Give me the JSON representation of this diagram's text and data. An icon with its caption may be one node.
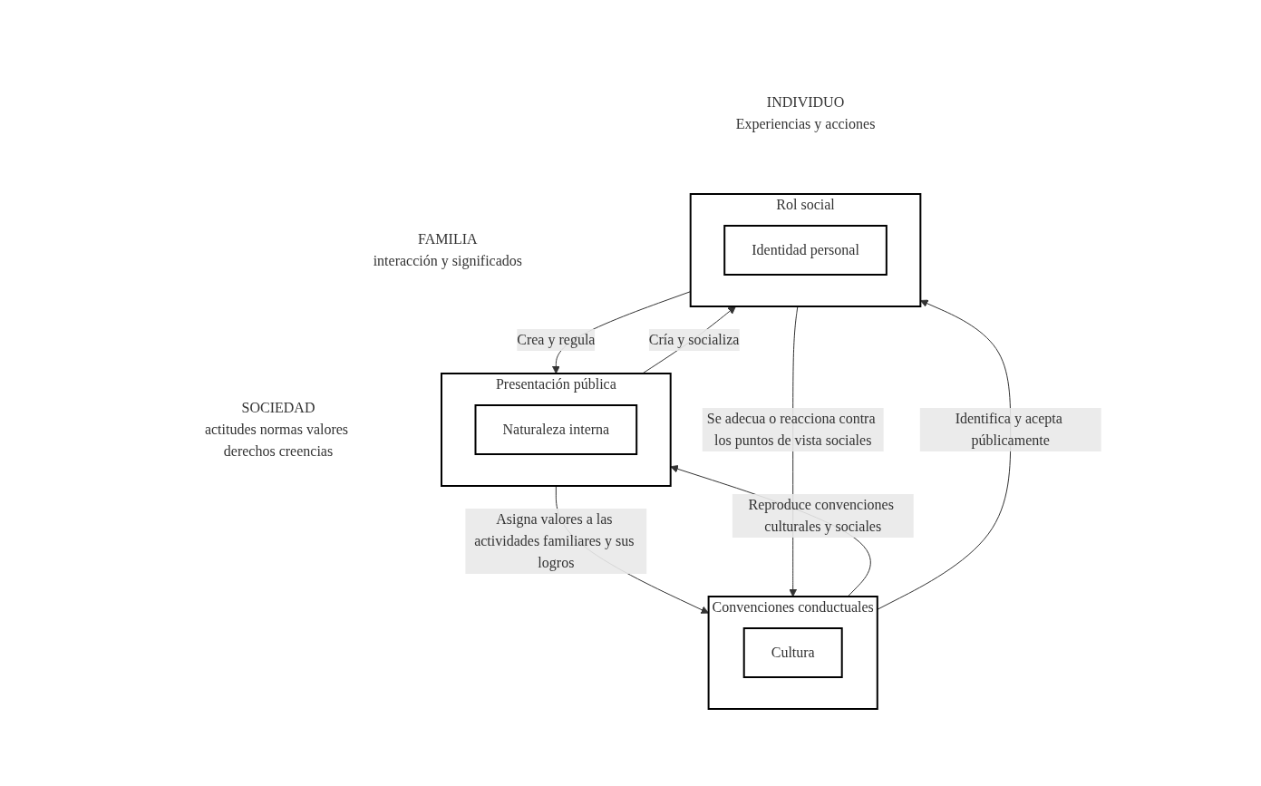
{
  "diagram": {
    "nodes": [
      {
        "text": [
          "Presentación pública"
        ],
        "beside": [
          "FAMILIA",
          "interacción y significados"
        ]
      },
      {
        "text": [
          "Naturaleza interna"
        ],
        "in": 0
      },
      {
        "text": [
          "Convenciones conductuales"
        ],
        "beside": [
          "SOCIEDAD",
          "actitudes normas valores derechos creencias"
        ]
      },
      {
        "text": [
          "Cultura"
        ],
        "in": 2
      },
      {
        "text": [
          "Rol social"
        ],
        "beside": [
          "INDIVIDUO",
          "Experiencias y acciones"
        ]
      },
      {
        "text": [
          "Identidad personal"
        ],
        "in": 4
      }
    ],
    "edges": [
      {
        "from": 0,
        "to": 2,
        "arrow": "to",
        "label": "Asigna valores a las actividades familiares y sus logros"
      },
      {
        "from": 2,
        "to": 0,
        "arrow": "to",
        "label": "Reproduce convenciones culturales y sociales"
      },
      {
        "from": 4,
        "to": 0,
        "arrow": "to",
        "label": "Crea y regula"
      },
      {
        "from": 0,
        "to": 4,
        "arrow": "to",
        "label": "Cría y socializa"
      },
      {
        "from": 2,
        "to": 4,
        "arrow": "to",
        "label": "Identifica y acepta públicamente"
      },
      {
        "from": 4,
        "to": 2,
        "arrow": "to",
        "label": "Se adecua o reacciona contra los puntos de vista sociales"
      }
    ]
  }
}
